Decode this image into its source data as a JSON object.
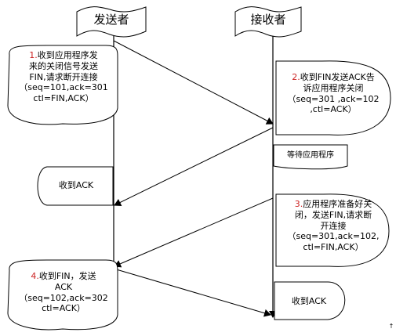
{
  "sender": {
    "title": "发送者"
  },
  "receiver": {
    "title": "接收者"
  },
  "steps": [
    {
      "num": "1.",
      "lines": [
        "收到应用程序发",
        "来的关闭信号发送",
        "FIN,请求断开连接",
        "（seq=101,ack=301",
        "ctl=FIN,ACK）"
      ]
    },
    {
      "num": "2.",
      "lines": [
        "收到FIN发送ACK告",
        "诉应用程序关闭",
        "（seq=301 ,ack=102",
        ",ctl=ACK）"
      ]
    },
    {
      "num": "3.",
      "lines": [
        "应用程序准备好关",
        "闭，发送FIN,请求断",
        "开连接",
        "（seq=301,ack=102,",
        "ctl=FIN,ACK）"
      ]
    },
    {
      "num": "4.",
      "lines": [
        "收到FIN，发送",
        "ACK",
        "（seq=102,ack=302",
        "ctl=ACK）"
      ]
    }
  ],
  "notes": {
    "sender_ack": "收到ACK",
    "waiting": "等待应用程序",
    "receiver_ack": "收到ACK"
  },
  "corner_mark": "↑"
}
